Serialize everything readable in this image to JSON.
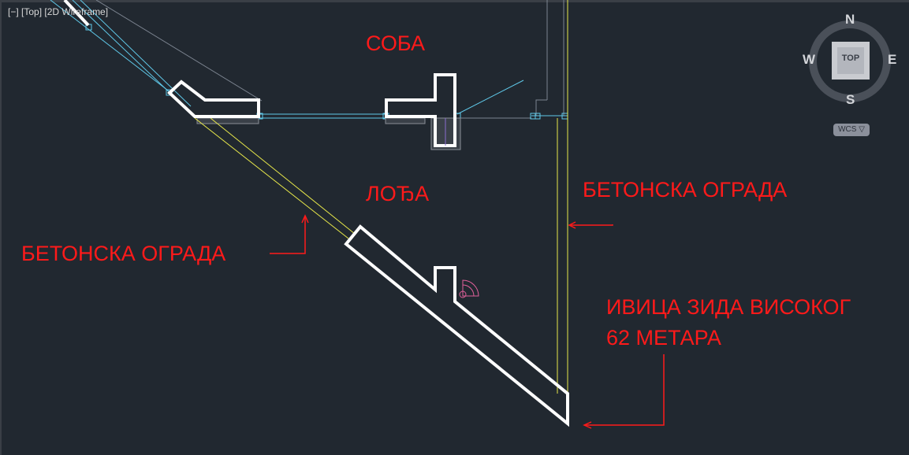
{
  "viewport": {
    "controls_label": "[−]",
    "view_label": "[Top]",
    "style_label": "[2D Wireframe]"
  },
  "viewcube": {
    "north": "N",
    "south": "S",
    "east": "E",
    "west": "W",
    "face": "TOP",
    "wcs_label": "WCS ▽"
  },
  "annotations": {
    "room": "СОБА",
    "loggia": "ЛОЂА",
    "railing_right": "БЕТОНСКА ОГРАДА",
    "railing_left": "БЕТОНСКА ОГРАДА",
    "wall_edge_line1": "ИВИЦА ЗИДА ВИСОКОГ",
    "wall_edge_line2": "62 МЕТАРА"
  },
  "colors": {
    "background": "#212830",
    "annotation": "#ff1a1a",
    "wall": "#ffffff",
    "railing": "#e8e84a",
    "window": "#5fc8e8"
  }
}
